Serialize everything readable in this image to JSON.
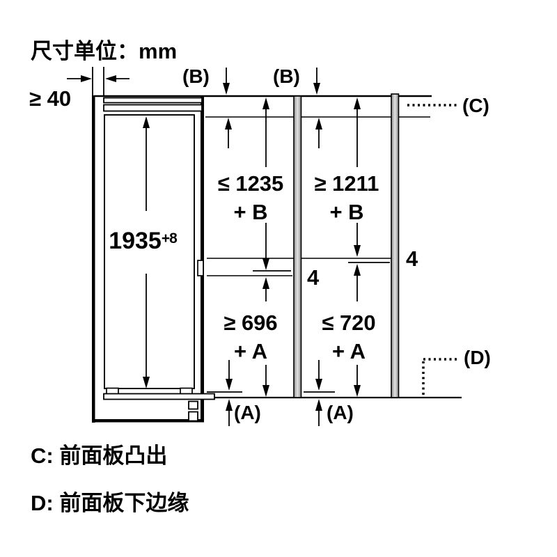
{
  "title": "尺寸单位：mm",
  "legend": {
    "c": "C: 前面板凸出",
    "d": "D: 前面板下边缘"
  },
  "dims": {
    "wall_gap": "≥ 40",
    "niche_height": "1935",
    "niche_tolerance": "+8",
    "top_gap_left": "(B)",
    "top_gap_right": "(B)",
    "front_panel_protrusion": "(C)",
    "front_panel_lower_edge": "(D)",
    "bottom_gap_left": "(A)",
    "bottom_gap_right": "(A)",
    "upper_left1": "≤ 1235",
    "upper_left2": "+ B",
    "upper_right1": "≥ 1211",
    "upper_right2": "+ B",
    "lower_left1": "≥ 696",
    "lower_left2": "+ A",
    "lower_right1": "≤ 720",
    "lower_right2": "+ A",
    "joint_gap_left": "4",
    "joint_gap_right": "4"
  },
  "colors": {
    "line": "#000000",
    "panel_gray": "#b5b5b5",
    "background": "#ffffff"
  }
}
